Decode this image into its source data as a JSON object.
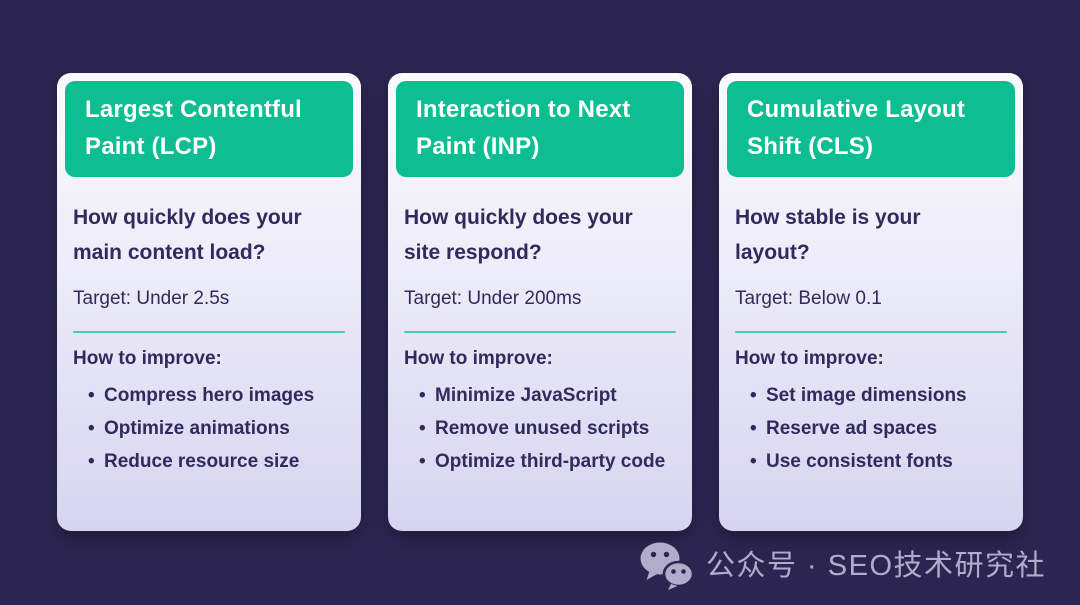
{
  "theme": {
    "background_color": "#2d2551",
    "header_green": "#0cbe92",
    "card_gradient_top": "#fbfbfe",
    "card_gradient_bottom": "#d7d4f0",
    "divider_color": "#44d0aa",
    "text_color": "#33295c",
    "watermark_color": "#b2accb"
  },
  "cards": [
    {
      "title": "Largest Contentful Paint (LCP)",
      "question": "How quickly does your main content load?",
      "target": "Target: Under 2.5s",
      "improve_label": "How to improve:",
      "tips": {
        "0": "Compress hero images",
        "1": "Optimize animations",
        "2": "Reduce resource size"
      }
    },
    {
      "title": "Interaction to Next Paint (INP)",
      "question": "How quickly does your site respond?",
      "target": "Target: Under 200ms",
      "improve_label": "How to improve:",
      "tips": {
        "0": "Minimize JavaScript",
        "1": "Remove unused scripts",
        "2": "Optimize third-party code"
      }
    },
    {
      "title": "Cumulative Layout Shift (CLS)",
      "question": "How stable is your layout?",
      "target": "Target: Below 0.1",
      "improve_label": "How to improve:",
      "tips": {
        "0": "Set image dimensions",
        "1": "Reserve ad spaces",
        "2": "Use consistent fonts"
      }
    }
  ],
  "watermark": {
    "icon": "wechat-icon",
    "text": "公众号 · SEO技术研究社"
  }
}
